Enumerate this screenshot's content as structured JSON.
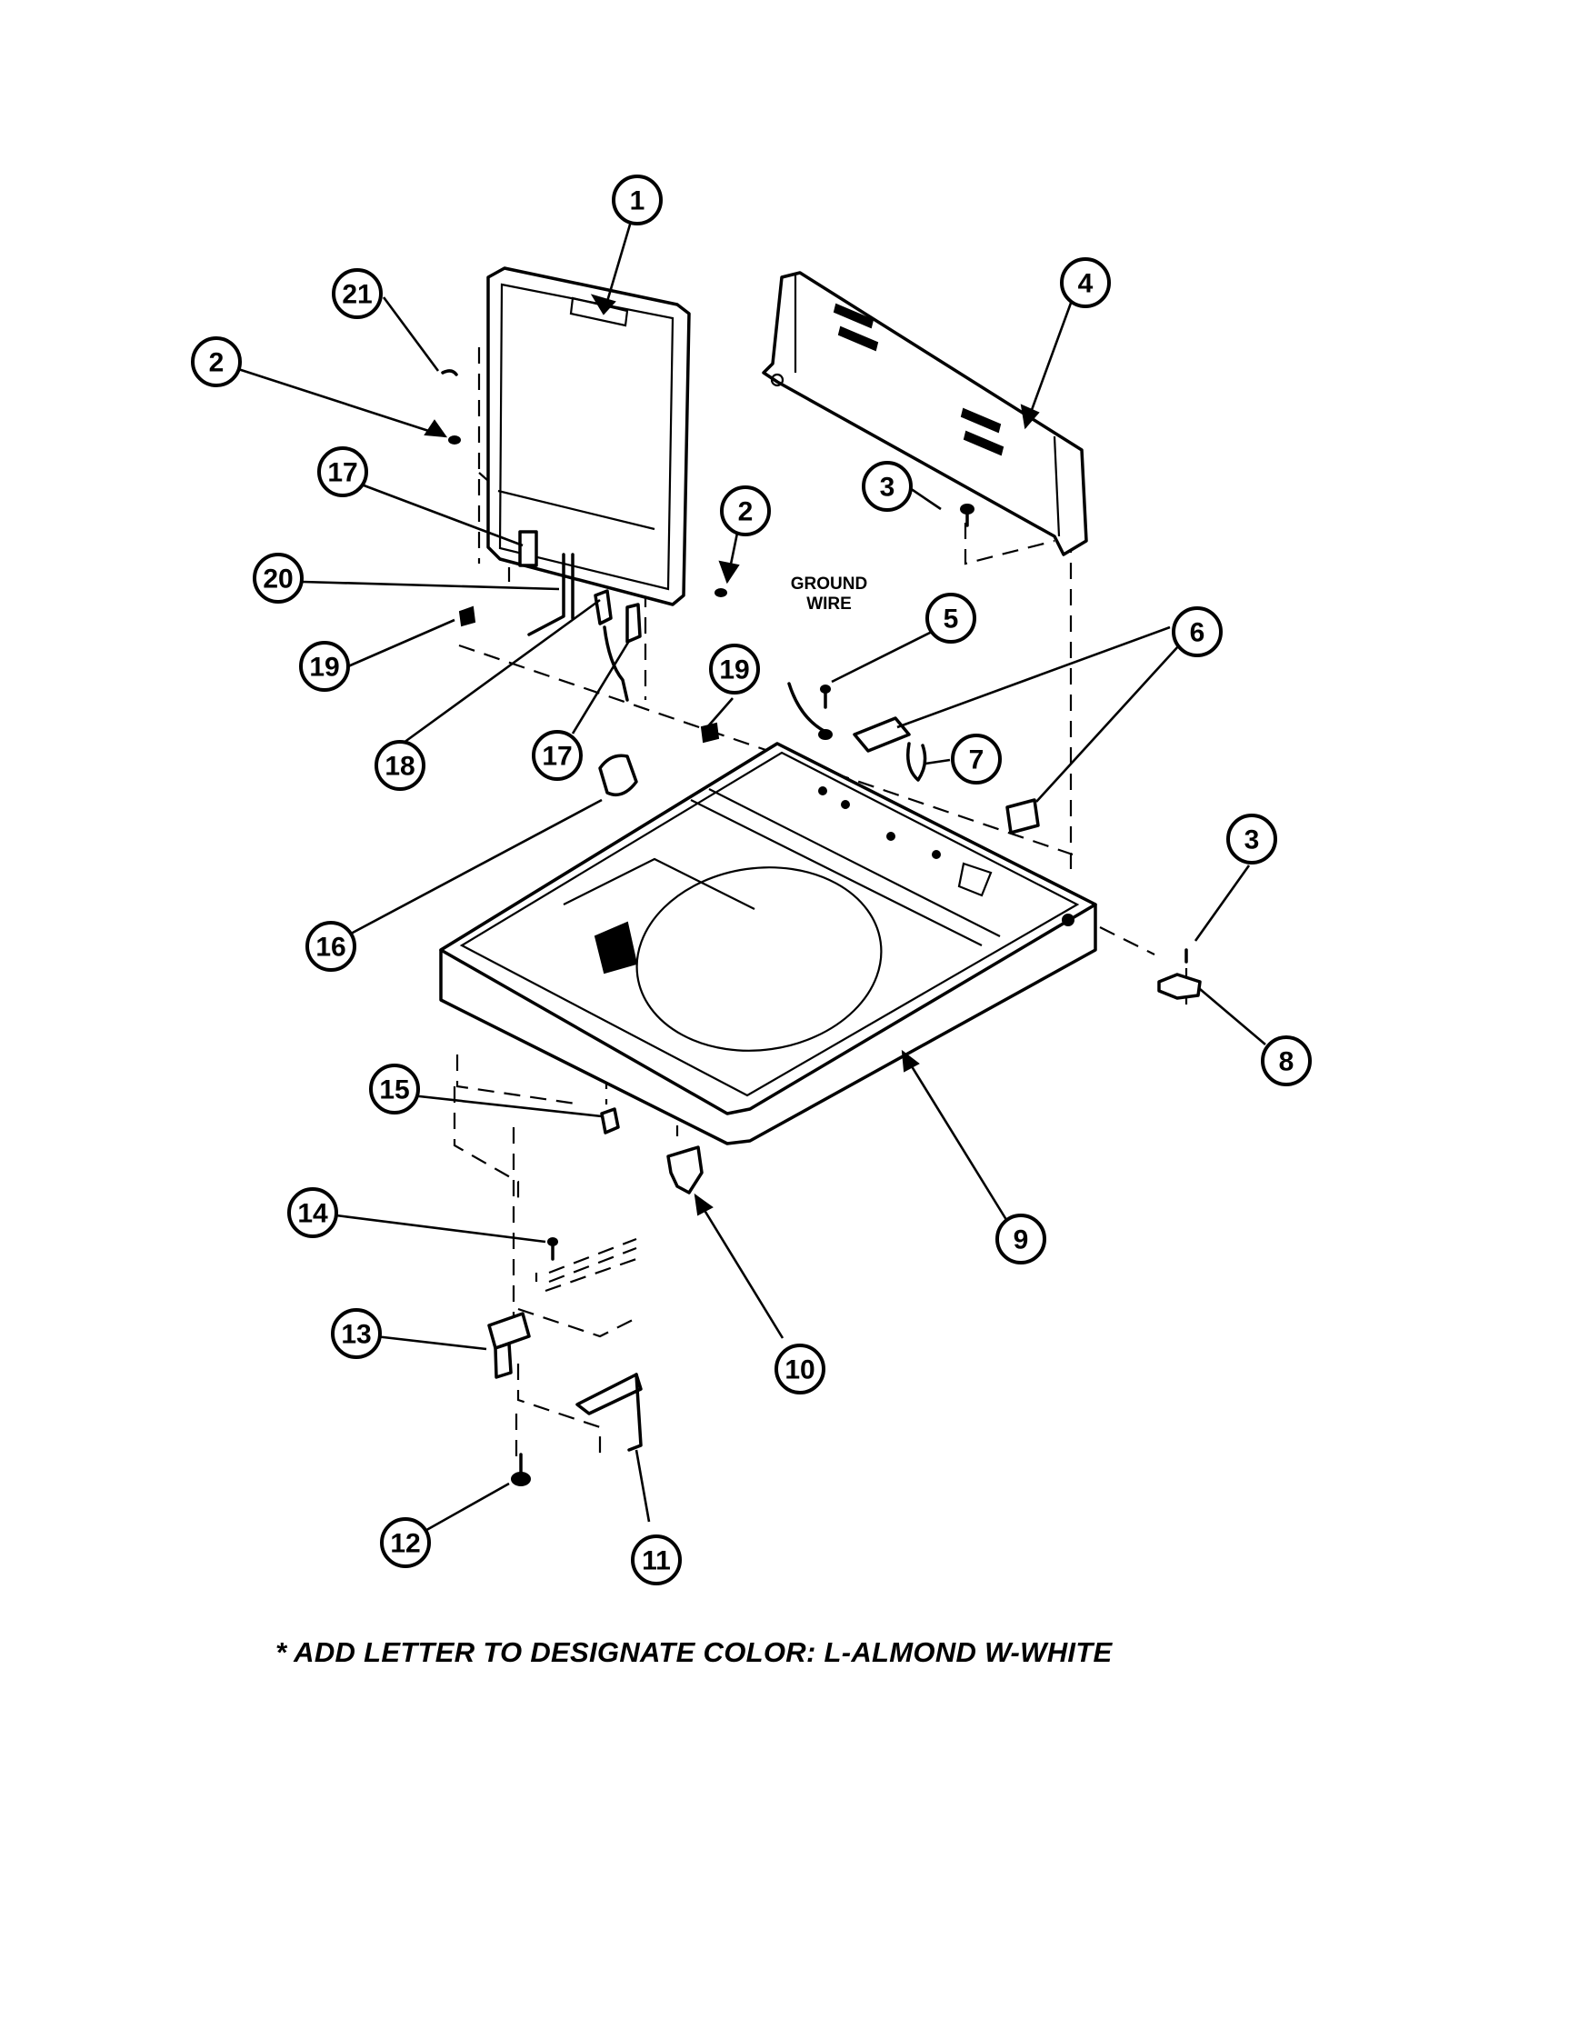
{
  "callouts": [
    {
      "num": "1",
      "name": "callout-1"
    },
    {
      "num": "2",
      "name": "callout-2-left"
    },
    {
      "num": "2",
      "name": "callout-2-right"
    },
    {
      "num": "3",
      "name": "callout-3-upper"
    },
    {
      "num": "3",
      "name": "callout-3-lower"
    },
    {
      "num": "4",
      "name": "callout-4"
    },
    {
      "num": "5",
      "name": "callout-5"
    },
    {
      "num": "6",
      "name": "callout-6"
    },
    {
      "num": "7",
      "name": "callout-7"
    },
    {
      "num": "8",
      "name": "callout-8"
    },
    {
      "num": "9",
      "name": "callout-9"
    },
    {
      "num": "10",
      "name": "callout-10"
    },
    {
      "num": "11",
      "name": "callout-11"
    },
    {
      "num": "12",
      "name": "callout-12"
    },
    {
      "num": "13",
      "name": "callout-13"
    },
    {
      "num": "14",
      "name": "callout-14"
    },
    {
      "num": "15",
      "name": "callout-15"
    },
    {
      "num": "16",
      "name": "callout-16"
    },
    {
      "num": "17",
      "name": "callout-17-upper"
    },
    {
      "num": "17",
      "name": "callout-17-lower"
    },
    {
      "num": "18",
      "name": "callout-18"
    },
    {
      "num": "19",
      "name": "callout-19-left"
    },
    {
      "num": "19",
      "name": "callout-19-right"
    },
    {
      "num": "20",
      "name": "callout-20"
    },
    {
      "num": "21",
      "name": "callout-21"
    }
  ],
  "labels": {
    "ground_wire_line1": "GROUND",
    "ground_wire_line2": "WIRE"
  },
  "footnote": "* ADD LETTER TO DESIGNATE COLOR: L-ALMOND  W-WHITE"
}
